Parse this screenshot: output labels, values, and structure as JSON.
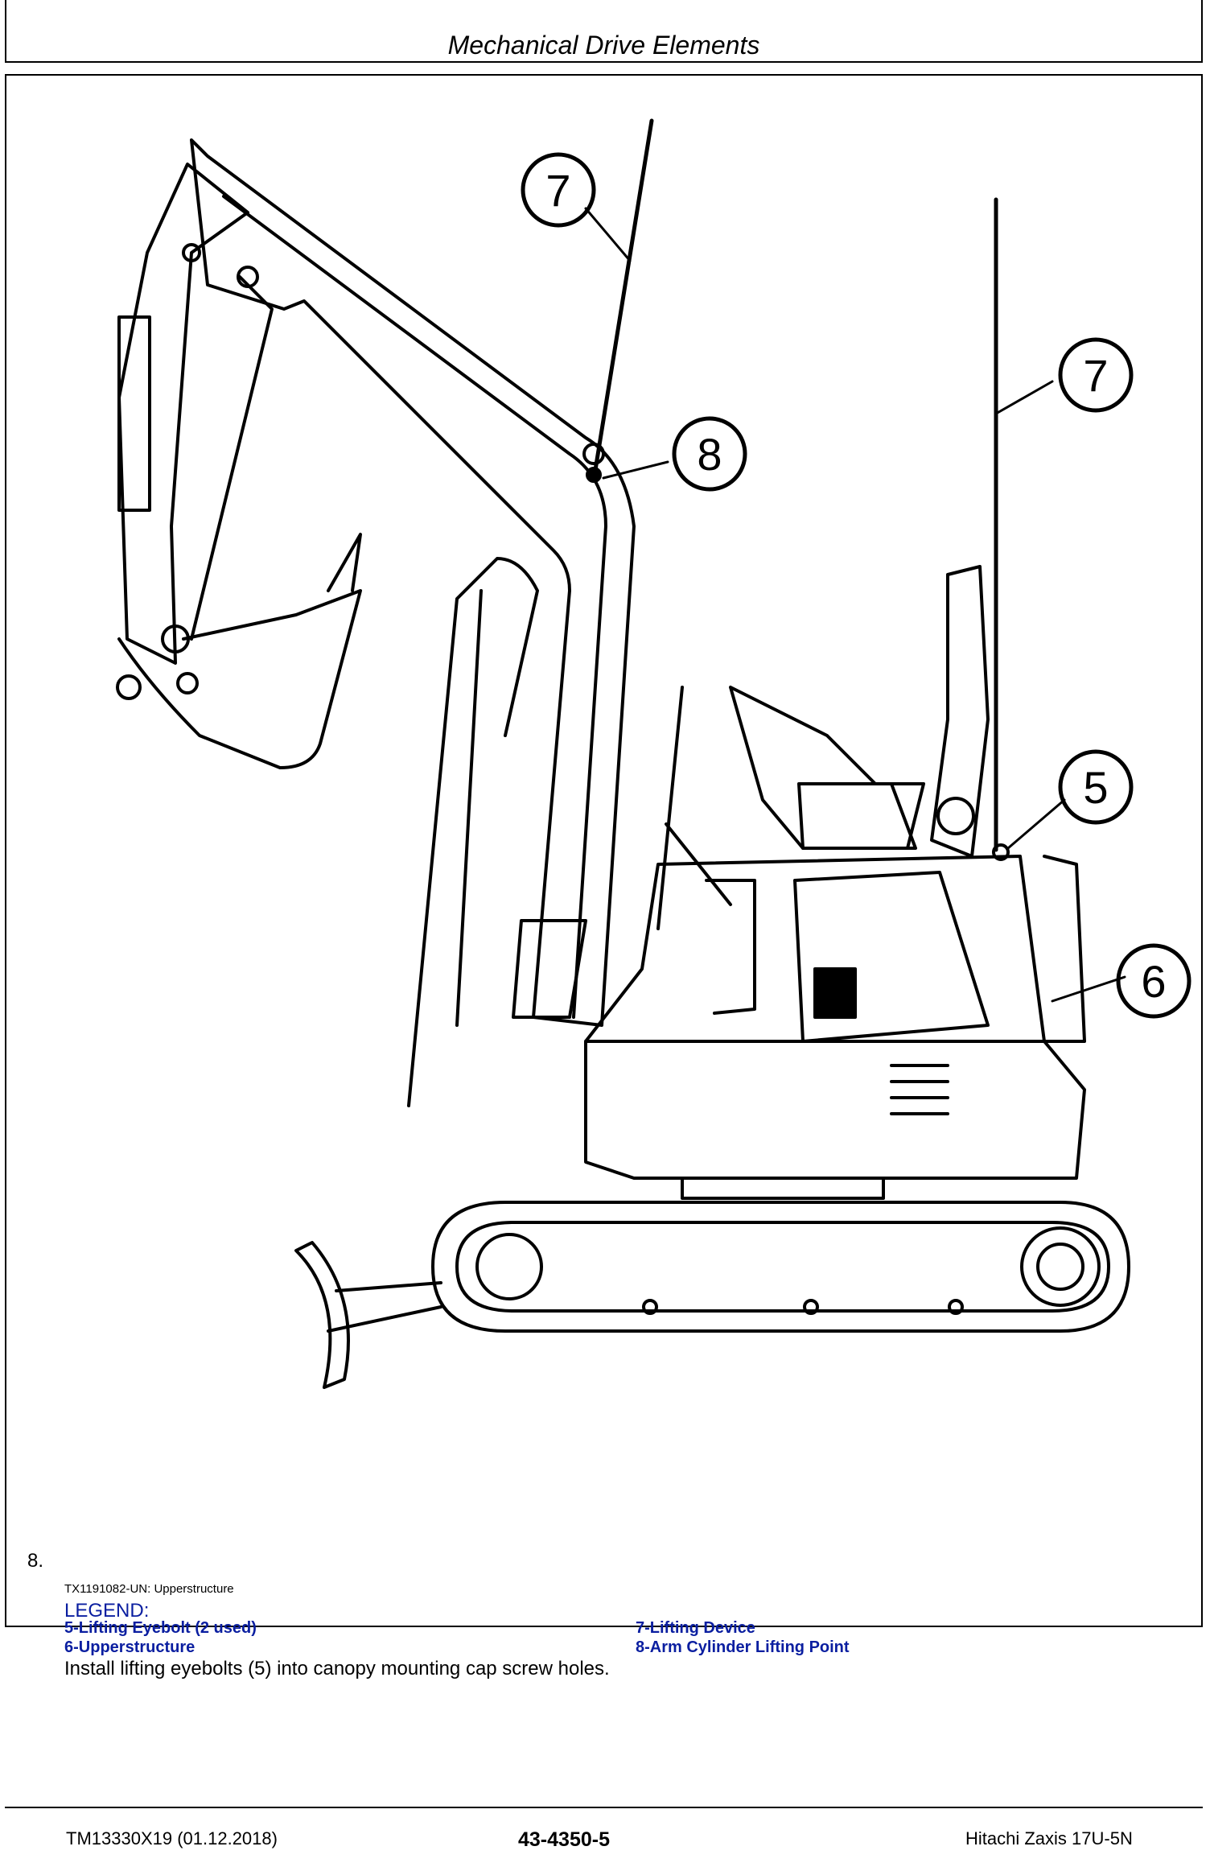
{
  "header": {
    "title": "Mechanical Drive Elements"
  },
  "figure": {
    "callouts": [
      "7",
      "7",
      "8",
      "5",
      "6"
    ]
  },
  "caption": {
    "step": "8.",
    "figure_id": "TX1191082-UN: Upperstructure",
    "legend_title": "LEGEND:",
    "legend": [
      "5-Lifting Eyebolt (2 used)",
      "6-Upperstructure",
      "7-Lifting Device",
      "8-Arm Cylinder Lifting Point"
    ],
    "instruction": "Install lifting eyebolts (5) into canopy mounting cap screw holes."
  },
  "footer": {
    "left": "TM13330X19 (01.12.2018)",
    "center": "43-4350-5",
    "right": "Hitachi Zaxis 17U-5N"
  }
}
